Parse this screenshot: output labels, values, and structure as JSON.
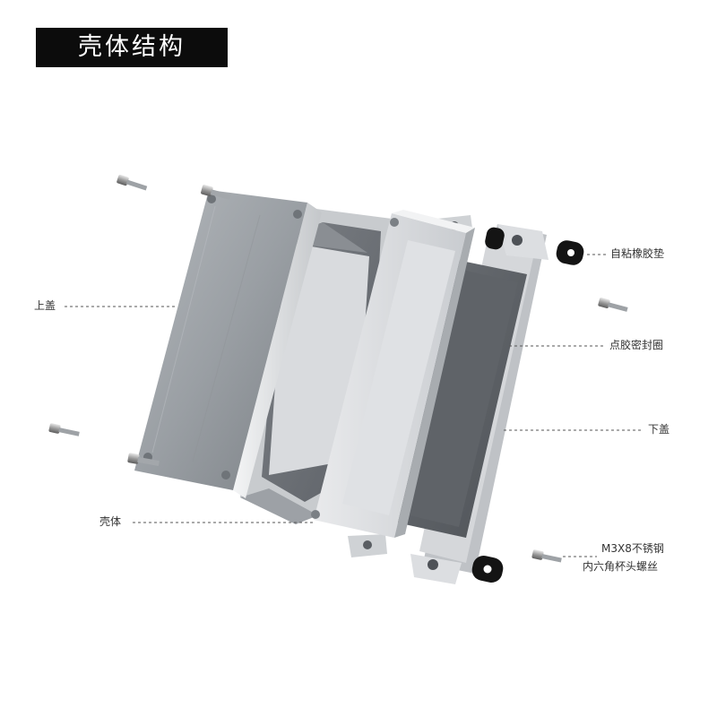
{
  "title": "壳体结构",
  "labels": {
    "top_cover": "上盖",
    "housing": "壳体",
    "gasket": "自粘橡胶垫",
    "seal_ring": "点胶密封圈",
    "bottom_cover": "下盖",
    "screw_line1": "M3X8不锈钢",
    "screw_line2": "内六角杯头螺丝"
  },
  "colors": {
    "title_bg": "#0c0c0c",
    "title_text": "#ffffff",
    "leader": "#555555",
    "label_text": "#333333"
  }
}
